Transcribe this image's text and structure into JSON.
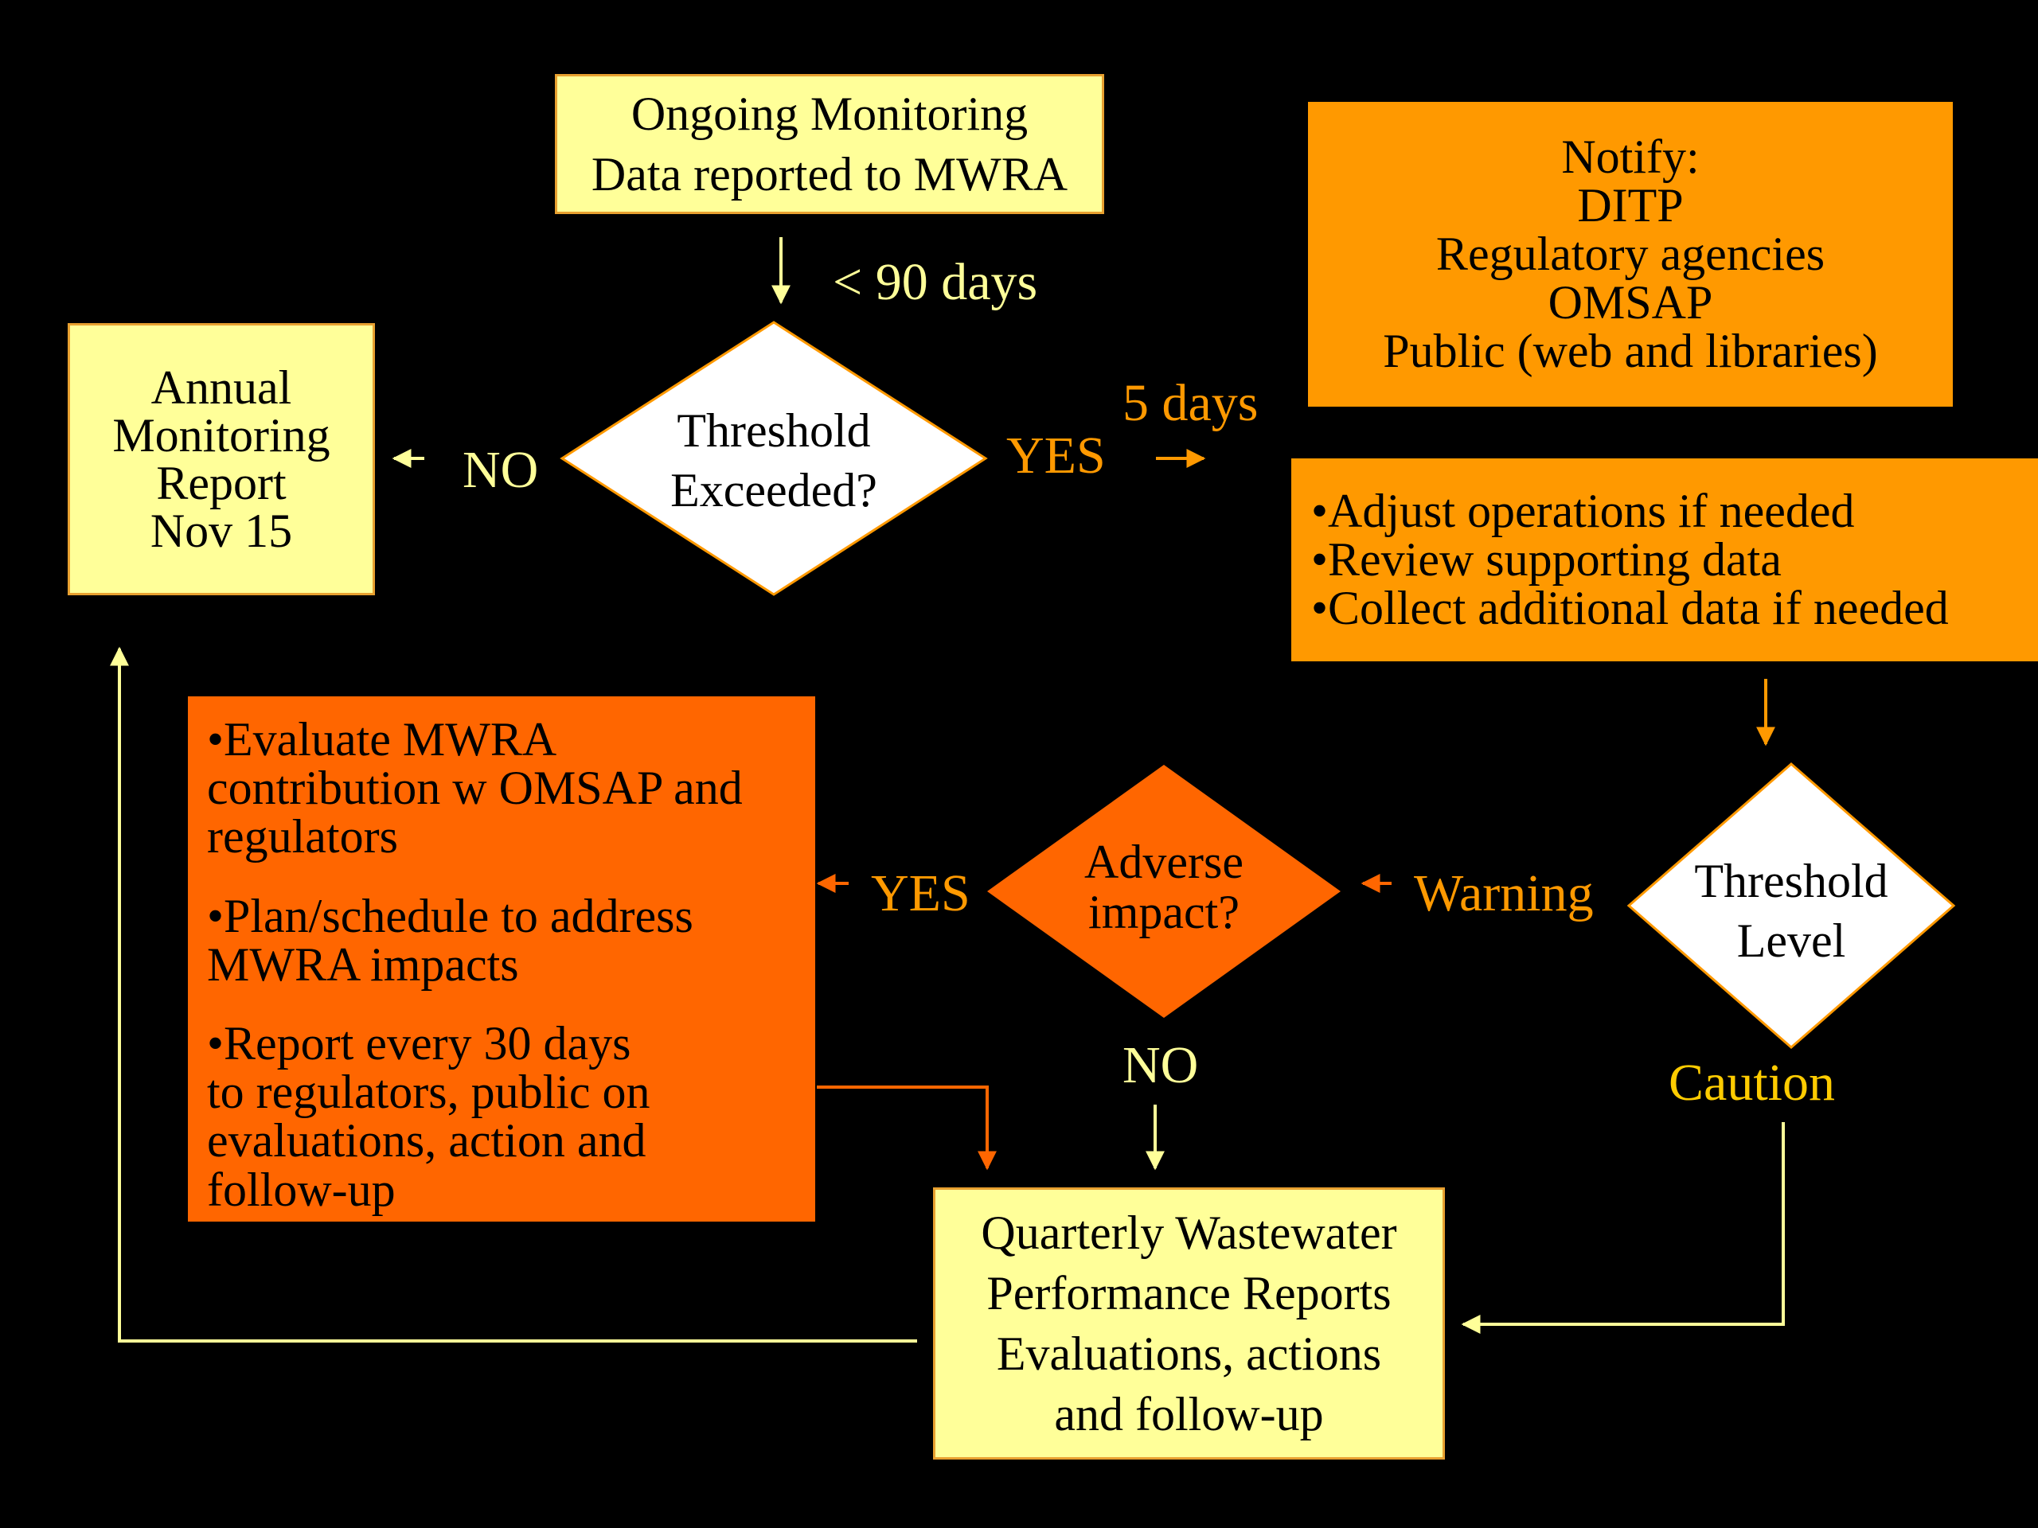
{
  "ongoing": {
    "line1": "Ongoing Monitoring",
    "line2": "Data reported to MWRA"
  },
  "days90": "< 90 days",
  "annual": {
    "line1": "Annual",
    "line2": "Monitoring",
    "line3": "Report",
    "line4": "Nov 15"
  },
  "no_top": "NO",
  "threshold_exceeded": {
    "line1": "Threshold",
    "line2": "Exceeded?"
  },
  "yes_top": "YES",
  "days5": "5 days",
  "notify": {
    "line1": "Notify:",
    "line2": "DITP",
    "line3": "Regulatory agencies",
    "line4": "OMSAP",
    "line5": "Public (web and libraries)"
  },
  "adjust": {
    "item1": "•Adjust operations if needed",
    "item2": "•Review supporting data",
    "item3": "•Collect additional data if needed"
  },
  "evaluate": {
    "p1": [
      "•Evaluate MWRA",
      "contribution w OMSAP and",
      "regulators"
    ],
    "p2": [
      "•Plan/schedule to address",
      "MWRA impacts"
    ],
    "p3": [
      "•Report every 30 days",
      "to regulators, public on",
      "evaluations, action and",
      "follow-up"
    ]
  },
  "yes_bottom": "YES",
  "adverse": {
    "line1": "Adverse",
    "line2": "impact?"
  },
  "warning": "Warning",
  "threshold_level": {
    "line1": "Threshold",
    "line2": "Level"
  },
  "no_bottom": "NO",
  "caution": "Caution",
  "quarterly": {
    "line1": "Quarterly Wastewater",
    "line2": "Performance Reports",
    "line3": "Evaluations, actions",
    "line4": "and follow-up"
  },
  "colors": {
    "background": "#000000",
    "light_yellow": "#ffff99",
    "orange": "#ff9900",
    "deep_orange": "#ff6600",
    "label_yellow": "#ffff99",
    "label_orange": "#ff9900",
    "caution_yellow": "#ffcc00"
  }
}
